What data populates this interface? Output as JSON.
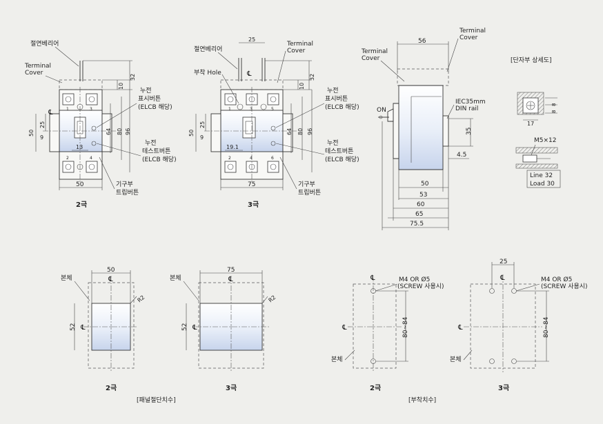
{
  "front": {
    "barrier": "절연베리어",
    "cover": [
      "Terminal",
      "Cover"
    ],
    "d10": "10",
    "d32": "32",
    "neutral1": [
      "누전",
      "표시버튼",
      "(ELCB 해당)"
    ],
    "neutral2": [
      "누전",
      "테스트버튼",
      "(ELCB 해당)"
    ],
    "trip": [
      "기구부",
      "트립버튼"
    ],
    "p2": {
      "d50": "50",
      "d25": "25",
      "d9": "9",
      "d64": "64",
      "d80": "80",
      "d96": "96",
      "d13": "13",
      "w50": "50",
      "caption": "2극",
      "term_top": [
        "1",
        "3"
      ],
      "term_bot": [
        "2",
        "4"
      ]
    },
    "p3": {
      "d25t": "25",
      "hole": "부착 Hole",
      "d50": "50",
      "d25": "25",
      "d9": "9",
      "d64": "64",
      "d80": "80",
      "d96": "96",
      "d191": "19.1",
      "w75": "75",
      "caption": "3극",
      "term_top": [
        "1",
        "3",
        "5"
      ],
      "term_bot": [
        "2",
        "4",
        "6"
      ]
    }
  },
  "side": {
    "cover_l": [
      "Terminal",
      "Cover"
    ],
    "cover_r": [
      "Terminal",
      "Cover"
    ],
    "d56": "56",
    "on": "ON",
    "rail": [
      "IEC35mm",
      "DIN rail"
    ],
    "d35": "35",
    "d45": "4.5",
    "dims": [
      "50",
      "53",
      "60",
      "65",
      "75.5"
    ]
  },
  "terminal": {
    "title": "[단자부 상세도]",
    "d8a": "8",
    "d8b": "8",
    "d17": "17",
    "screw": "M5×12",
    "line": "Line 32",
    "load": "Load 30"
  },
  "panel": {
    "body": "본체",
    "r": "R2",
    "p2": {
      "w": "50",
      "h": "52",
      "caption": "2극"
    },
    "p3": {
      "w": "75",
      "h": "52",
      "caption": "3극"
    },
    "title": "[패널절단치수]"
  },
  "mount": {
    "screw": [
      "M4 OR Ø5",
      "(SCREW 사용시)"
    ],
    "h": "80~84",
    "body": "본체",
    "d25": "25",
    "p2": {
      "caption": "2극"
    },
    "p3": {
      "caption": "3극"
    },
    "title": "[부착치수]"
  },
  "cl": "℄"
}
